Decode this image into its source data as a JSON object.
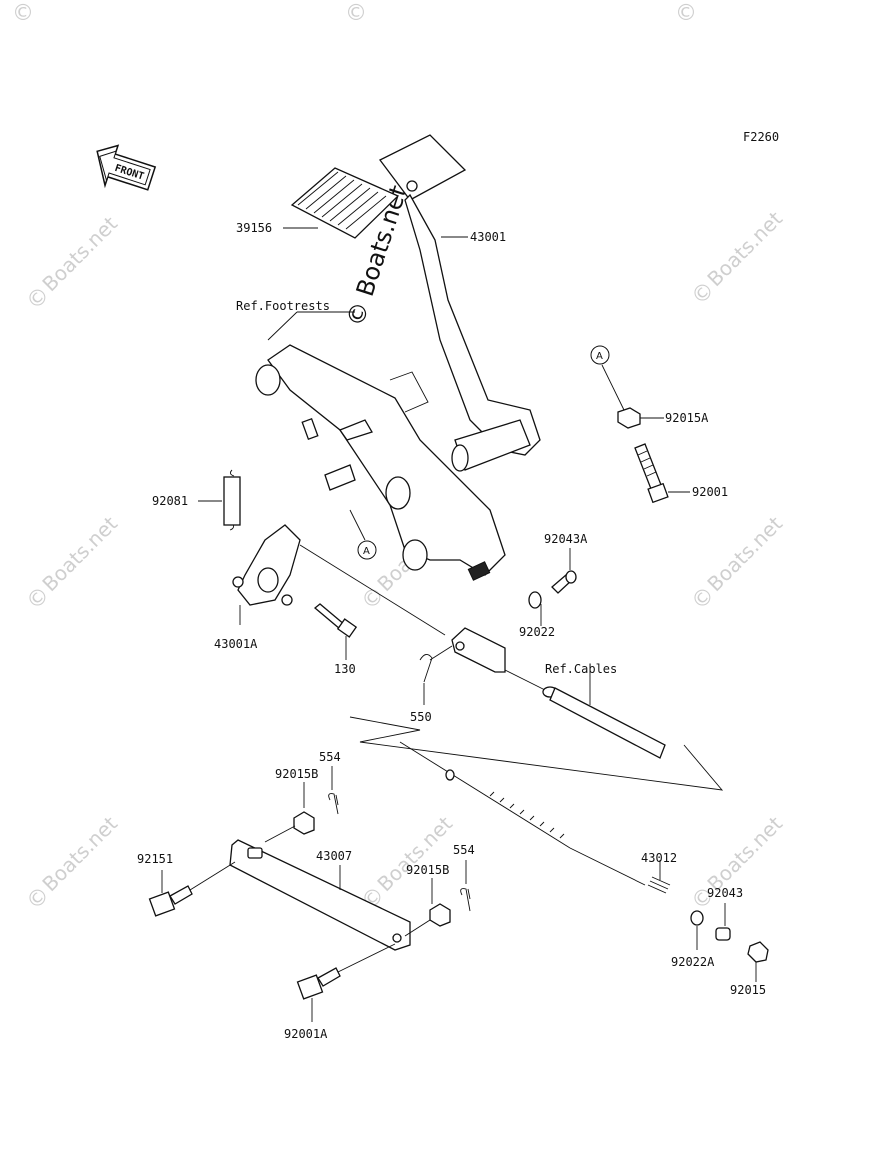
{
  "figure_code": "F2260",
  "front_arrow_label": "FRONT",
  "center_watermark": "© Boats.net",
  "watermark_text": "Boats.net",
  "watermark_symbol": "©",
  "parts": {
    "p39156": "39156",
    "p43001": "43001",
    "p92015A": "92015A",
    "p92001": "92001",
    "p92081": "92081",
    "p43001A": "43001A",
    "p130": "130",
    "p92043A": "92043A",
    "p92022": "92022",
    "p550": "550",
    "p554a": "554",
    "p92015Ba": "92015B",
    "p92151": "92151",
    "p43007": "43007",
    "p554b": "554",
    "p92015Bb": "92015B",
    "p43012": "43012",
    "p92043": "92043",
    "p92022A": "92022A",
    "p92015": "92015",
    "p92001A": "92001A"
  },
  "references": {
    "footrests": "Ref.Footrests",
    "cables": "Ref.Cables"
  },
  "callout_letter": "A",
  "colors": {
    "ink": "#111111",
    "watermark": "#cfcfcf",
    "background": "#ffffff"
  }
}
